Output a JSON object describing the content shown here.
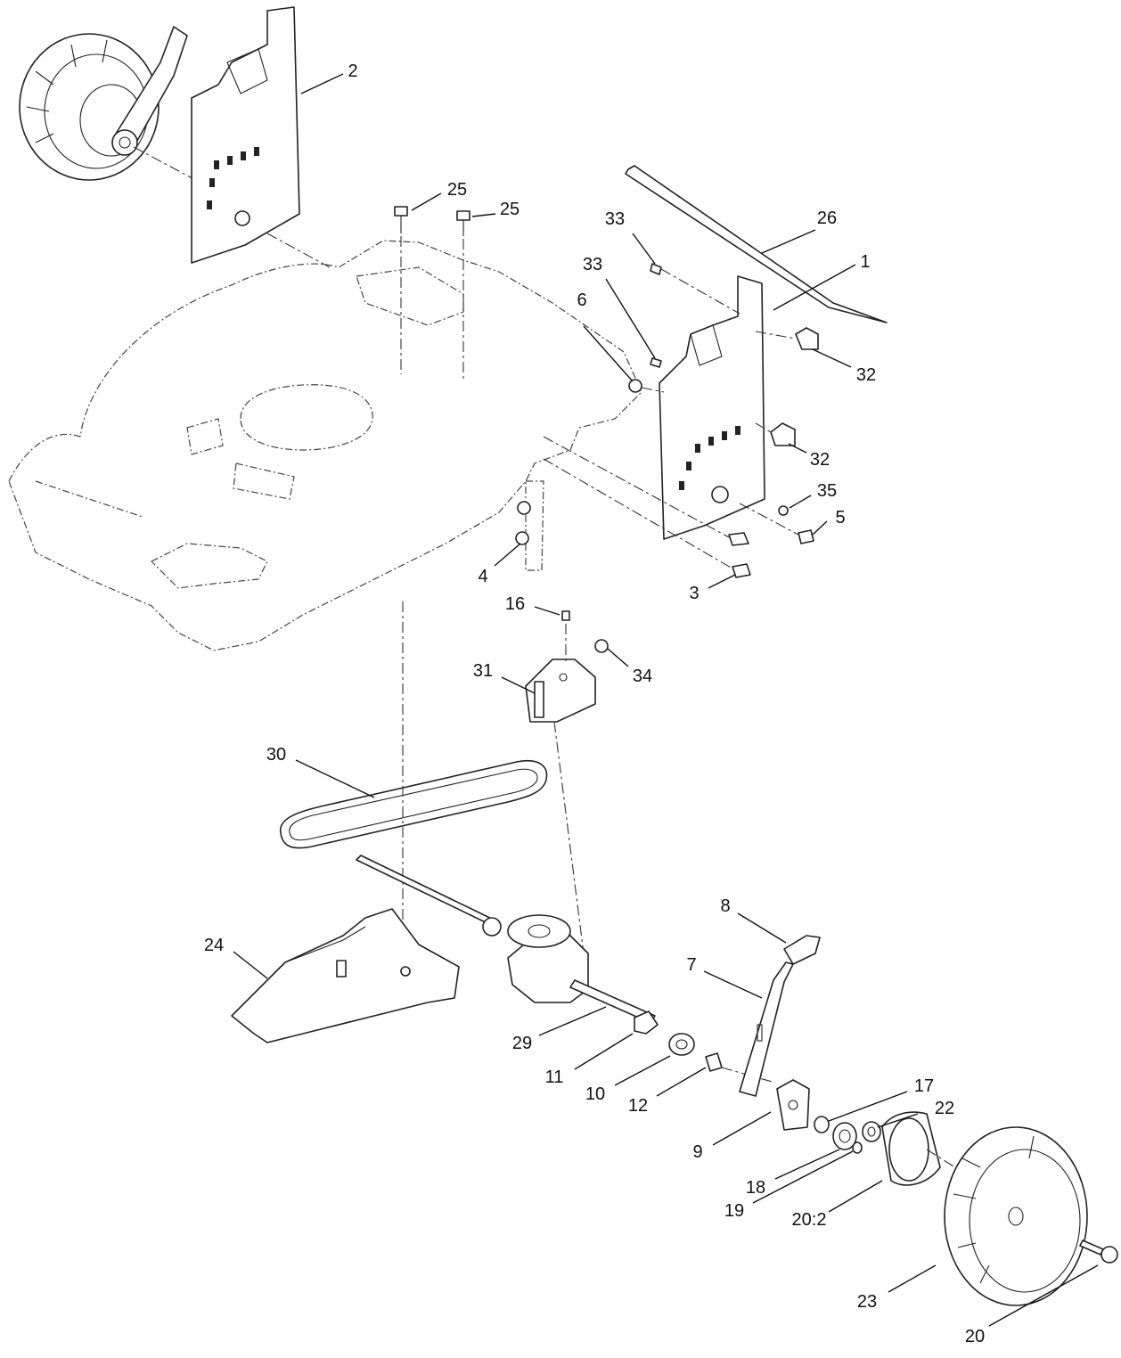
{
  "callouts": [
    {
      "id": "c1",
      "label": "1"
    },
    {
      "id": "c2",
      "label": "2"
    },
    {
      "id": "c3",
      "label": "3"
    },
    {
      "id": "c4",
      "label": "4"
    },
    {
      "id": "c5",
      "label": "5"
    },
    {
      "id": "c6",
      "label": "6"
    },
    {
      "id": "c7",
      "label": "7"
    },
    {
      "id": "c8",
      "label": "8"
    },
    {
      "id": "c9",
      "label": "9"
    },
    {
      "id": "c10",
      "label": "10"
    },
    {
      "id": "c11",
      "label": "11"
    },
    {
      "id": "c12",
      "label": "12"
    },
    {
      "id": "c16",
      "label": "16"
    },
    {
      "id": "c17",
      "label": "17"
    },
    {
      "id": "c18",
      "label": "18"
    },
    {
      "id": "c19",
      "label": "19"
    },
    {
      "id": "c20",
      "label": "20"
    },
    {
      "id": "c20_2",
      "label": "20:2"
    },
    {
      "id": "c22",
      "label": "22"
    },
    {
      "id": "c23",
      "label": "23"
    },
    {
      "id": "c24",
      "label": "24"
    },
    {
      "id": "c25a",
      "label": "25"
    },
    {
      "id": "c25b",
      "label": "25"
    },
    {
      "id": "c26",
      "label": "26"
    },
    {
      "id": "c29",
      "label": "29"
    },
    {
      "id": "c30",
      "label": "30"
    },
    {
      "id": "c31",
      "label": "31"
    },
    {
      "id": "c32a",
      "label": "32"
    },
    {
      "id": "c32b",
      "label": "32"
    },
    {
      "id": "c33a",
      "label": "33"
    },
    {
      "id": "c33b",
      "label": "33"
    },
    {
      "id": "c34",
      "label": "34"
    },
    {
      "id": "c35",
      "label": "35"
    }
  ]
}
